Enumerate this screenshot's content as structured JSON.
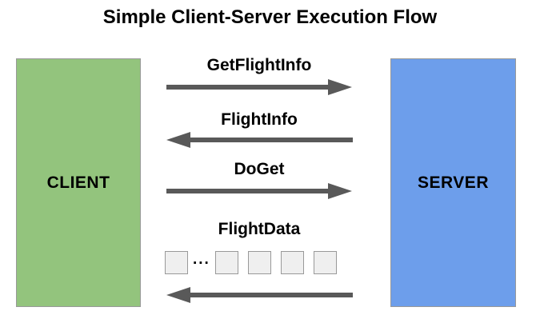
{
  "diagram": {
    "title": "Simple Client-Server Execution Flow",
    "nodes": [
      {
        "id": "client",
        "label": "CLIENT",
        "color": "#93c47d",
        "border_color": "#999999"
      },
      {
        "id": "server",
        "label": "SERVER",
        "color": "#6d9eeb",
        "border_color": "#999999"
      }
    ],
    "arrow_color": "#595959",
    "messages": [
      {
        "label": "GetFlightInfo",
        "direction": "right",
        "from": "client",
        "to": "server"
      },
      {
        "label": "FlightInfo",
        "direction": "left",
        "from": "server",
        "to": "client"
      },
      {
        "label": "DoGet",
        "direction": "right",
        "from": "client",
        "to": "server"
      },
      {
        "label": "FlightData",
        "direction": "left",
        "from": "server",
        "to": "client"
      }
    ],
    "data_stream": {
      "label": "FlightData",
      "ellipsis": "...",
      "leading_boxes": 1,
      "trailing_boxes": 4,
      "box_fill": "#efefef",
      "box_border": "#999999"
    }
  }
}
